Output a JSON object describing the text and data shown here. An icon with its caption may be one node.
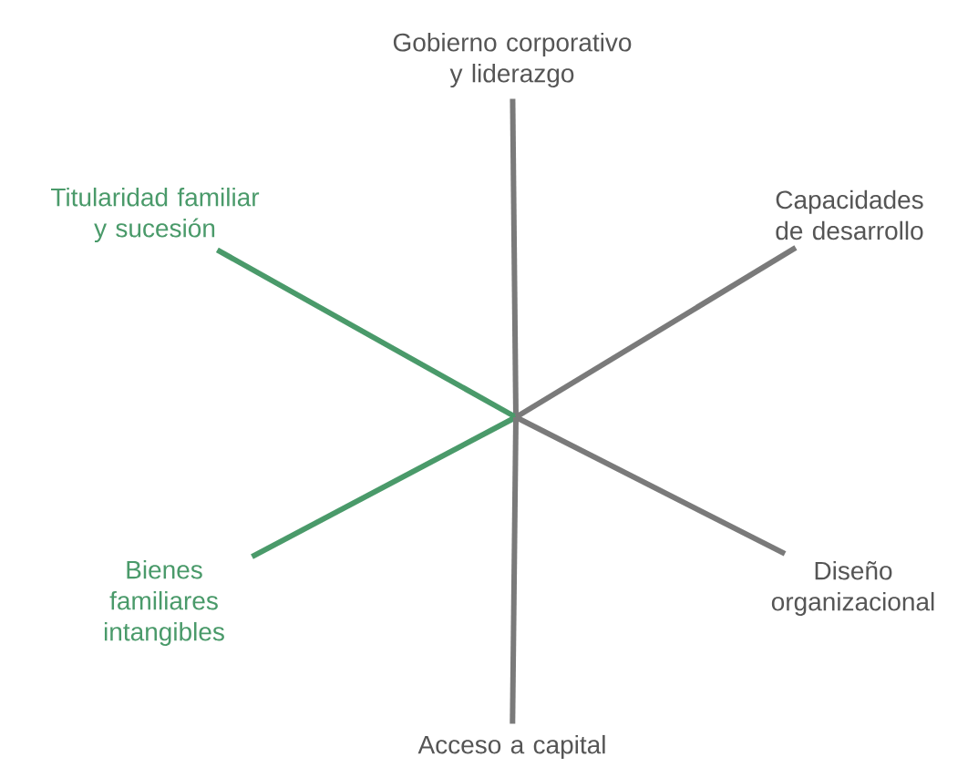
{
  "diagram": {
    "nodes": [
      {
        "text": [
          "Gobierno corporativo y liderazgo"
        ]
      },
      {
        "text": [
          "Titularidad familiar y sucesión"
        ]
      },
      {
        "text": [
          "Capacidades de desarrollo"
        ]
      },
      {
        "text": [
          "Bienes familiares intangibles"
        ]
      },
      {
        "text": [
          "Diseño organizacional"
        ]
      },
      {
        "text": [
          "Acceso a capital"
        ]
      }
    ],
    "edges": [
      {
        "from": null,
        "to": 0,
        "arrow": "none"
      },
      {
        "from": null,
        "to": 1,
        "arrow": "none",
        "color": "#4a9a6a"
      },
      {
        "from": null,
        "to": 2,
        "arrow": "none"
      },
      {
        "from": null,
        "to": 3,
        "arrow": "none",
        "color": "#4a9a6a"
      },
      {
        "from": null,
        "to": 4,
        "arrow": "none"
      },
      {
        "from": null,
        "to": 5,
        "arrow": "none"
      }
    ]
  }
}
